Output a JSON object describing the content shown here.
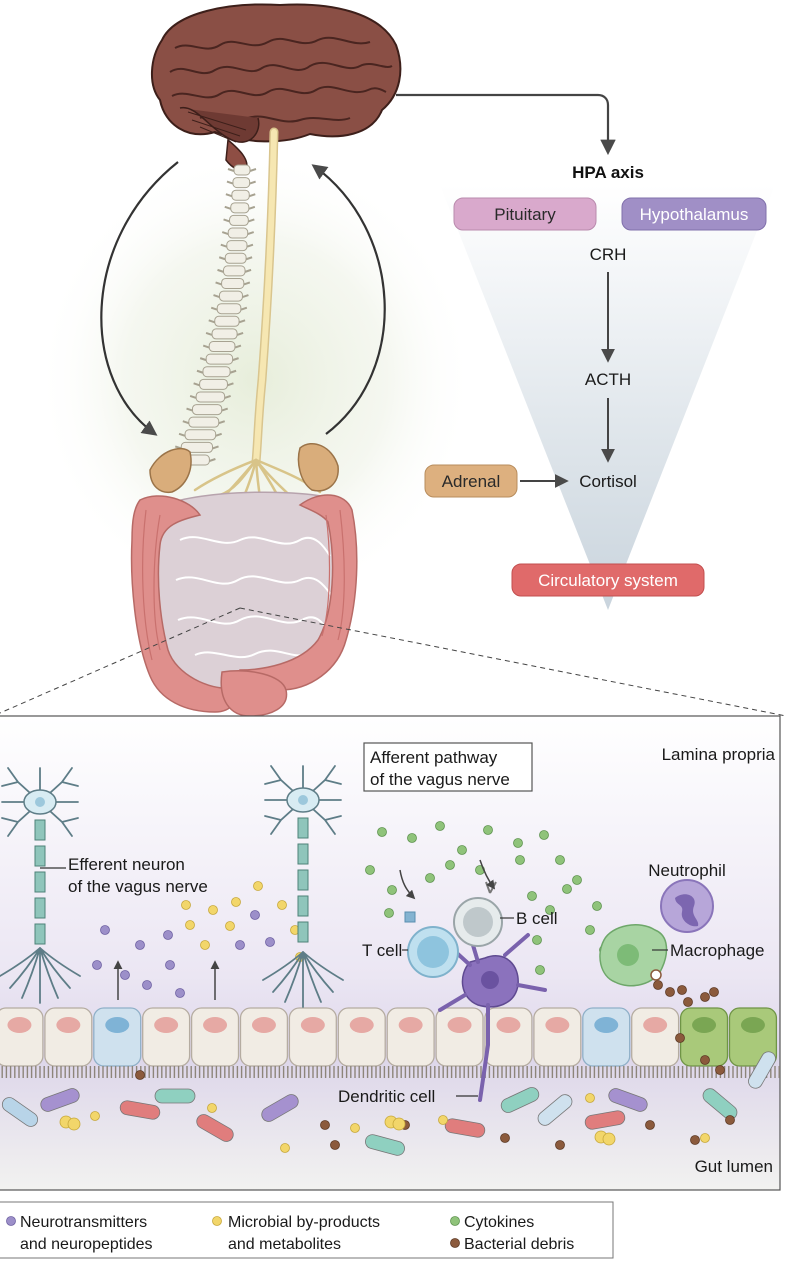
{
  "hpa": {
    "title": "HPA axis",
    "pituitary": "Pituitary",
    "hypothalamus": "Hypothalamus",
    "crh": "CRH",
    "acth": "ACTH",
    "adrenal": "Adrenal",
    "cortisol": "Cortisol",
    "circulatory": "Circulatory system"
  },
  "gut": {
    "afferent_line1": "Afferent pathway",
    "afferent_line2": "of the vagus nerve",
    "lamina_propria": "Lamina propria",
    "efferent_line1": "Efferent neuron",
    "efferent_line2": "of the vagus nerve",
    "neutrophil": "Neutrophil",
    "b_cell": "B cell",
    "t_cell": "T cell",
    "macrophage": "Macrophage",
    "dendritic_cell": "Dendritic cell",
    "gut_lumen": "Gut lumen"
  },
  "legend": {
    "items": [
      {
        "line1": "Neurotransmitters",
        "line2": "and neuropeptides",
        "color": "#9c8fc9"
      },
      {
        "line1": "Microbial by-products",
        "line2": "and metabolites",
        "color": "#f2d66a"
      },
      {
        "line1": "Cytokines",
        "line2": "",
        "color": "#8fc37a"
      },
      {
        "line1": "Bacterial debris",
        "line2": "",
        "color": "#8b5a3c"
      }
    ]
  },
  "colors": {
    "pituitary": "#d9a9cc",
    "hypothalamus": "#a08fc6",
    "adrenal": "#ddb07f",
    "circulatory": "#e06a6a",
    "brain": "#8a4f45",
    "colon": "#df8f8c"
  }
}
